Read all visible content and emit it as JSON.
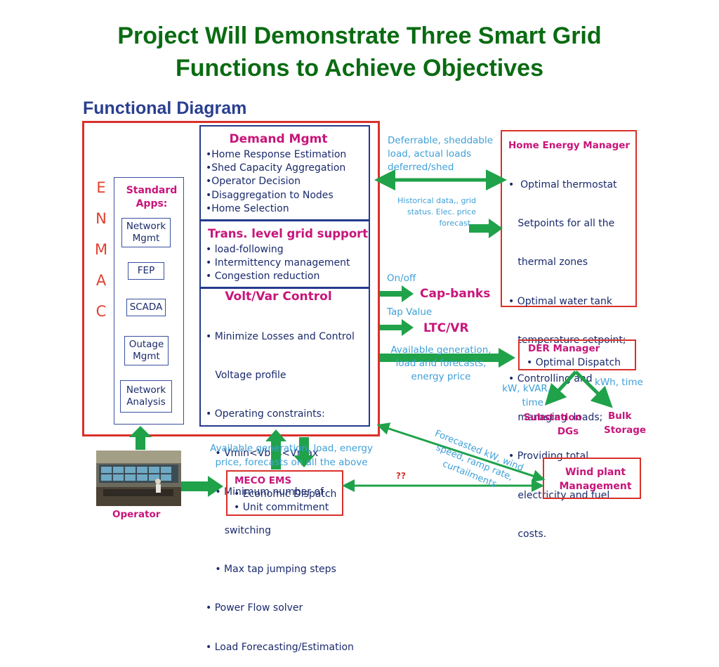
{
  "title": {
    "line1": "Project Will Demonstrate Three Smart Grid",
    "line2": "Functions to Achieve Objectives"
  },
  "diagram_title": "Functional Diagram",
  "enmac": [
    "E",
    "N",
    "M",
    "A",
    "C"
  ],
  "standard_apps": {
    "heading_line1": "Standard",
    "heading_line2": "Apps:",
    "apps": [
      "Network\nMgmt",
      "FEP",
      "SCADA",
      "Outage\nMgmt",
      "Network\nAnalysis"
    ]
  },
  "demand_mgmt": {
    "title": "Demand Mgmt",
    "items": [
      "•Home Response Estimation",
      "•Shed Capacity Aggregation",
      "•Operator Decision",
      "•Disaggregation to Nodes",
      "•Home Selection"
    ]
  },
  "trans_support": {
    "title": "Trans. level grid support",
    "items": [
      "• load-following",
      "• Intermittency management",
      "• Congestion reduction"
    ]
  },
  "volt_var": {
    "title": "Volt/Var Control",
    "items": [
      "• Minimize Losses and Control",
      "   Voltage profile",
      "• Operating constraints:",
      "   • Vmin<Vbus<Vmax",
      "   • Minimum number of",
      "      switching",
      "   • Max tap jumping steps",
      "• Power Flow solver",
      "• Load Forecasting/Estimation"
    ]
  },
  "home_energy_manager": {
    "title": "Home Energy Manager",
    "items": [
      "•  Optimal thermostat",
      "   Setpoints for all the",
      "   thermal zones",
      "• Optimal water tank",
      "   temperature setpoint;",
      "• Controlling and",
      "   managing  loads;",
      "• Providing total",
      "   electricity and fuel",
      "   costs."
    ]
  },
  "labels": {
    "deferrable": [
      "Deferrable, sheddable",
      "load, actual loads",
      "deferred/shed"
    ],
    "historical": [
      "Historical data,, grid",
      "status. Elec. price",
      "forecast"
    ],
    "onoff": "On/off",
    "cap_banks": "Cap-banks",
    "tap_value": "Tap Value",
    "ltc_vr": "LTC/VR",
    "available_gen": [
      "Available generation,",
      "load and forecasts,",
      "energy price"
    ],
    "kw_kvar": [
      "kW, kVAR,",
      "time"
    ],
    "kwh_time": "kWh, time",
    "substation": [
      "Substation",
      "DGs"
    ],
    "bulk": [
      "Bulk",
      "Storage"
    ],
    "forecasted": [
      "Forecasted kW, wind",
      "speed, ramp rate,",
      "curtailments"
    ],
    "available_bottom": [
      "Available generation, load, energy",
      "price, forecasts on all the above"
    ],
    "qq": "??",
    "operator": "Operator"
  },
  "der_manager": {
    "title": "DER Manager",
    "items": [
      "• Optimal Dispatch"
    ]
  },
  "meco_ems": {
    "title": "MECO EMS",
    "items": [
      "• Economic Dispatch",
      "• Unit commitment"
    ]
  },
  "wind_plant": {
    "line1": "Wind plant",
    "line2": "Management"
  },
  "colors": {
    "title_green": "#0a6b12",
    "arrow_green": "#1fa24a",
    "box_red": "#d9302a",
    "box_blue": "#243a8c",
    "magenta": "#c8157a",
    "label_blue": "#3ea0d8"
  },
  "icons": [
    "control-room-photo"
  ]
}
